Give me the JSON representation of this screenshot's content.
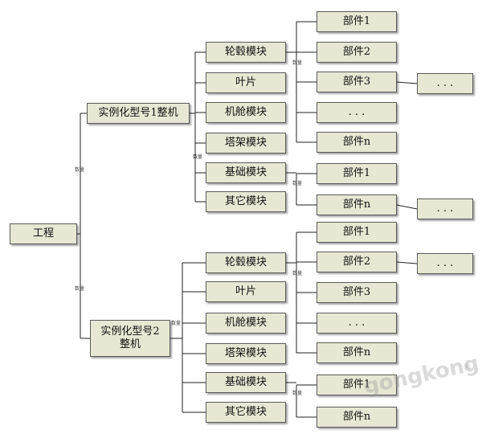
{
  "diagram": {
    "nodes": [
      {
        "id": "project",
        "label": "工程"
      },
      {
        "id": "unit1",
        "label": "实例化型号1整机"
      },
      {
        "id": "unit2",
        "label": "实例化型号2\n整机"
      },
      {
        "id": "u1_hub",
        "label": "轮毂模块"
      },
      {
        "id": "u1_blade",
        "label": "叶片"
      },
      {
        "id": "u1_nacelle",
        "label": "机舱模块"
      },
      {
        "id": "u1_tower",
        "label": "塔架模块"
      },
      {
        "id": "u1_found",
        "label": "基础模块"
      },
      {
        "id": "u1_other",
        "label": "其它模块"
      },
      {
        "id": "u1_p1",
        "label": "部件1"
      },
      {
        "id": "u1_p2",
        "label": "部件2"
      },
      {
        "id": "u1_p3",
        "label": "部件3"
      },
      {
        "id": "u1_pdots",
        "label": ". . ."
      },
      {
        "id": "u1_pn",
        "label": "部件n"
      },
      {
        "id": "u1_p3sub",
        "label": ". . ."
      },
      {
        "id": "u1_f1",
        "label": "部件1"
      },
      {
        "id": "u1_fn",
        "label": "部件n"
      },
      {
        "id": "u1_fnsub",
        "label": ". . ."
      },
      {
        "id": "u2_hub",
        "label": "轮毂模块"
      },
      {
        "id": "u2_blade",
        "label": "叶片"
      },
      {
        "id": "u2_nacelle",
        "label": "机舱模块"
      },
      {
        "id": "u2_tower",
        "label": "塔架模块"
      },
      {
        "id": "u2_found",
        "label": "基础模块"
      },
      {
        "id": "u2_other",
        "label": "其它模块"
      },
      {
        "id": "u2_p1",
        "label": "部件1"
      },
      {
        "id": "u2_p2",
        "label": "部件2"
      },
      {
        "id": "u2_p3",
        "label": "部件3"
      },
      {
        "id": "u2_pdots",
        "label": ". . ."
      },
      {
        "id": "u2_pn",
        "label": "部件n"
      },
      {
        "id": "u2_p2sub",
        "label": ". . ."
      },
      {
        "id": "u2_f1",
        "label": "部件1"
      },
      {
        "id": "u2_fn",
        "label": "部件n"
      }
    ],
    "edges": [
      {
        "from": "project",
        "to": "unit1",
        "label": "数量"
      },
      {
        "from": "project",
        "to": "unit2",
        "label": "数量"
      },
      {
        "from": "unit1",
        "to": "u1_hub",
        "label": "数量"
      },
      {
        "from": "unit1",
        "to": "u1_blade",
        "label": ""
      },
      {
        "from": "unit1",
        "to": "u1_nacelle",
        "label": ""
      },
      {
        "from": "unit1",
        "to": "u1_tower",
        "label": ""
      },
      {
        "from": "unit1",
        "to": "u1_found",
        "label": ""
      },
      {
        "from": "unit1",
        "to": "u1_other",
        "label": ""
      },
      {
        "from": "u1_hub",
        "to": "u1_p1",
        "label": "数量"
      },
      {
        "from": "u1_hub",
        "to": "u1_p2",
        "label": ""
      },
      {
        "from": "u1_hub",
        "to": "u1_p3",
        "label": ""
      },
      {
        "from": "u1_hub",
        "to": "u1_pdots",
        "label": ""
      },
      {
        "from": "u1_hub",
        "to": "u1_pn",
        "label": ""
      },
      {
        "from": "u1_p3",
        "to": "u1_p3sub",
        "label": ""
      },
      {
        "from": "u1_found",
        "to": "u1_f1",
        "label": "数量"
      },
      {
        "from": "u1_found",
        "to": "u1_fn",
        "label": ""
      },
      {
        "from": "u1_fn",
        "to": "u1_fnsub",
        "label": ""
      },
      {
        "from": "unit2",
        "to": "u2_hub",
        "label": "数量"
      },
      {
        "from": "unit2",
        "to": "u2_blade",
        "label": ""
      },
      {
        "from": "unit2",
        "to": "u2_nacelle",
        "label": ""
      },
      {
        "from": "unit2",
        "to": "u2_tower",
        "label": ""
      },
      {
        "from": "unit2",
        "to": "u2_found",
        "label": ""
      },
      {
        "from": "unit2",
        "to": "u2_other",
        "label": ""
      },
      {
        "from": "u2_hub",
        "to": "u2_p1",
        "label": "数量"
      },
      {
        "from": "u2_hub",
        "to": "u2_p2",
        "label": ""
      },
      {
        "from": "u2_hub",
        "to": "u2_p3",
        "label": ""
      },
      {
        "from": "u2_hub",
        "to": "u2_pdots",
        "label": ""
      },
      {
        "from": "u2_hub",
        "to": "u2_pn",
        "label": ""
      },
      {
        "from": "u2_p2",
        "to": "u2_p2sub",
        "label": ""
      },
      {
        "from": "u2_found",
        "to": "u2_f1",
        "label": "数量"
      },
      {
        "from": "u2_found",
        "to": "u2_fn",
        "label": ""
      }
    ],
    "watermark": "gongkong",
    "watermark_mark": "®"
  }
}
